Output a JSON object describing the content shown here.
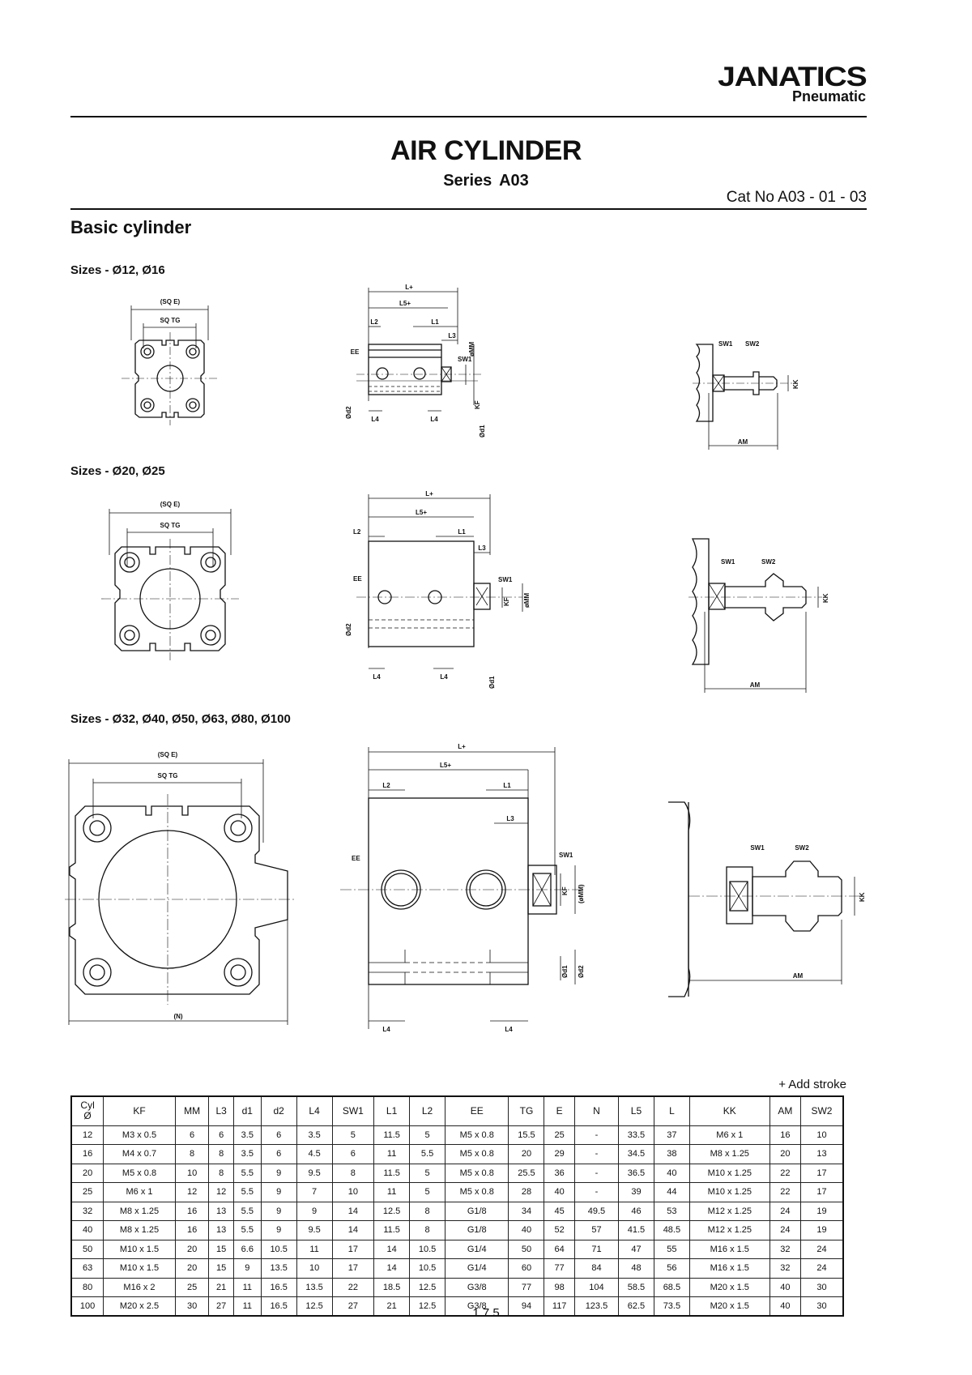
{
  "brand": {
    "name": "JANATICS",
    "sub": "Pneumatic"
  },
  "title": "AIR CYLINDER",
  "series": "Series  A03",
  "cat_no": "Cat No A03 - 01 - 03",
  "section": "Basic cylinder",
  "groups": [
    {
      "label": "Sizes - Ø12, Ø16"
    },
    {
      "label": "Sizes - Ø20, Ø25"
    },
    {
      "label": "Sizes - Ø32, Ø40, Ø50, Ø63, Ø80, Ø100"
    }
  ],
  "dims": {
    "sqe": "(SQ E)",
    "sqtg": "SQ TG",
    "n": "(N)",
    "l": "L+",
    "l5": "L5+",
    "l2": "L2",
    "l1": "L1",
    "l3": "L3",
    "l4": "L4",
    "ee": "EE",
    "sw1": "SW1",
    "sw2": "SW2",
    "mm": "øMM",
    "mm_paren": "(øMM)",
    "kf": "KF",
    "d1": "Ød1",
    "d2": "Ød2",
    "kk": "KK",
    "am": "AM"
  },
  "stroke_note": "+ Add  stroke",
  "table": {
    "headers": [
      "Cyl\nØ",
      "KF",
      "MM",
      "L3",
      "d1",
      "d2",
      "L4",
      "SW1",
      "L1",
      "L2",
      "EE",
      "TG",
      "E",
      "N",
      "L5",
      "L",
      "KK",
      "AM",
      "SW2"
    ],
    "rows": [
      [
        "12",
        "M3 x 0.5",
        "6",
        "6",
        "3.5",
        "6",
        "3.5",
        "5",
        "11.5",
        "5",
        "M5 x 0.8",
        "15.5",
        "25",
        "-",
        "33.5",
        "37",
        "M6 x 1",
        "16",
        "10"
      ],
      [
        "16",
        "M4 x 0.7",
        "8",
        "8",
        "3.5",
        "6",
        "4.5",
        "6",
        "11",
        "5.5",
        "M5 x 0.8",
        "20",
        "29",
        "-",
        "34.5",
        "38",
        "M8 x 1.25",
        "20",
        "13"
      ],
      [
        "20",
        "M5 x 0.8",
        "10",
        "8",
        "5.5",
        "9",
        "9.5",
        "8",
        "11.5",
        "5",
        "M5 x 0.8",
        "25.5",
        "36",
        "-",
        "36.5",
        "40",
        "M10 x 1.25",
        "22",
        "17"
      ],
      [
        "25",
        "M6 x 1",
        "12",
        "12",
        "5.5",
        "9",
        "7",
        "10",
        "11",
        "5",
        "M5 x 0.8",
        "28",
        "40",
        "-",
        "39",
        "44",
        "M10 x 1.25",
        "22",
        "17"
      ],
      [
        "32",
        "M8 x 1.25",
        "16",
        "13",
        "5.5",
        "9",
        "9",
        "14",
        "12.5",
        "8",
        "G1/8",
        "34",
        "45",
        "49.5",
        "46",
        "53",
        "M12 x 1.25",
        "24",
        "19"
      ],
      [
        "40",
        "M8 x 1.25",
        "16",
        "13",
        "5.5",
        "9",
        "9.5",
        "14",
        "11.5",
        "8",
        "G1/8",
        "40",
        "52",
        "57",
        "41.5",
        "48.5",
        "M12 x 1.25",
        "24",
        "19"
      ],
      [
        "50",
        "M10 x 1.5",
        "20",
        "15",
        "6.6",
        "10.5",
        "11",
        "17",
        "14",
        "10.5",
        "G1/4",
        "50",
        "64",
        "71",
        "47",
        "55",
        "M16 x 1.5",
        "32",
        "24"
      ],
      [
        "63",
        "M10 x 1.5",
        "20",
        "15",
        "9",
        "13.5",
        "10",
        "17",
        "14",
        "10.5",
        "G1/4",
        "60",
        "77",
        "84",
        "48",
        "56",
        "M16 x 1.5",
        "32",
        "24"
      ],
      [
        "80",
        "M16 x 2",
        "25",
        "21",
        "11",
        "16.5",
        "13.5",
        "22",
        "18.5",
        "12.5",
        "G3/8",
        "77",
        "98",
        "104",
        "58.5",
        "68.5",
        "M20 x 1.5",
        "40",
        "30"
      ],
      [
        "100",
        "M20 x 2.5",
        "30",
        "27",
        "11",
        "16.5",
        "12.5",
        "27",
        "21",
        "12.5",
        "G3/8",
        "94",
        "117",
        "123.5",
        "62.5",
        "73.5",
        "M20 x 1.5",
        "40",
        "30"
      ]
    ]
  },
  "page_number": "1.7.5"
}
